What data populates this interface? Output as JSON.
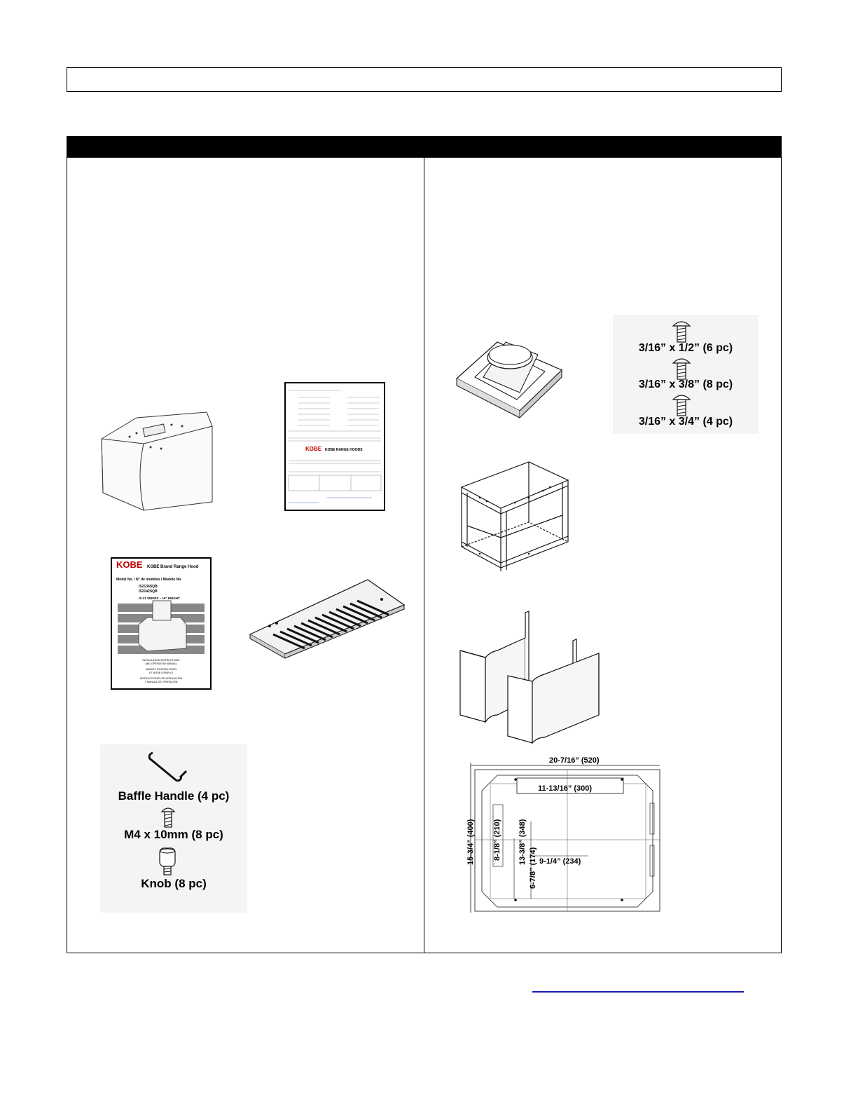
{
  "parts": {
    "hardware_left": {
      "baffle_handle": "Baffle Handle (4 pc)",
      "m4_screw": "M4  x 10mm (8 pc)",
      "knob": "Knob (8 pc)"
    },
    "screws_right": {
      "screw_1": "3/16” x 1/2” (6 pc)",
      "screw_2": "3/16” x 3/8” (8 pc)",
      "screw_3": "3/16” x 3/4” (4 pc)"
    },
    "manual": {
      "brand": "KOBE",
      "title": "KOBE Brand Range Hood",
      "model_line": "Model No. / N° de modèles / Modelo No.",
      "model_1": "IS2136SQB",
      "model_2": "IS2142SQB",
      "series": "IS-21 SERIES – 16\" HEIGHT",
      "subtitle_1": "INSTALLATION INSTRUCTIONS",
      "subtitle_2": "AND OPERATION MANUAL",
      "subtitle_3": "MANUEL D'INSTALLATION",
      "subtitle_4": "ET MODE D'EMPLOI",
      "subtitle_5": "INSTRUCCIONES DE INSTALACIÓN",
      "subtitle_6": "Y MANUAL DE OPERACIÓN"
    },
    "warranty_card": {
      "brand": "KOBE",
      "title": "KOBE RANGE HOODS"
    }
  },
  "template": {
    "dim_width": "20-7/16” (520)",
    "dim_top_slot": "11-13/16” (300)",
    "dim_height": "15-3/4” (400)",
    "dim_slot_left": "8-1/8” (210)",
    "dim_center_a": "13-3/8” (348)",
    "dim_center_b": "6-7/8” (174)",
    "dim_mid": "9-1/4” (234)"
  },
  "colors": {
    "header_bg": "#000000",
    "link_line": "#1a1ab8"
  }
}
